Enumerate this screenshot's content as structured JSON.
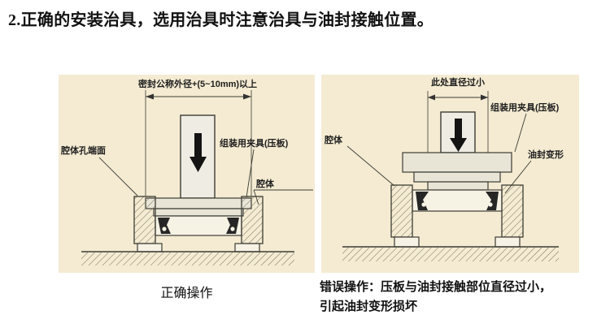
{
  "page": {
    "title": "2.正确的安装治具，选用治具时注意治具与油封接触位置。"
  },
  "left_diagram": {
    "caption": "正确操作",
    "labels": {
      "dimension": "密封公称外径+(5~10mm)以上",
      "cavity_face": "腔体孔端面",
      "fixture": "组装用夹具(压板)",
      "cavity": "腔体"
    }
  },
  "right_diagram": {
    "caption_line1": "错误操作：压板与油封接触部位直径过小，",
    "caption_line2": "引起油封变形损坏",
    "labels": {
      "small_diameter": "此处直径过小",
      "fixture": "组装用夹具(压板)",
      "cavity": "腔体",
      "seal_deform": "油封变形"
    }
  },
  "colors": {
    "panel_background": "#f4ebd2",
    "line_color": "#3c3c34",
    "text_color": "#111111"
  }
}
